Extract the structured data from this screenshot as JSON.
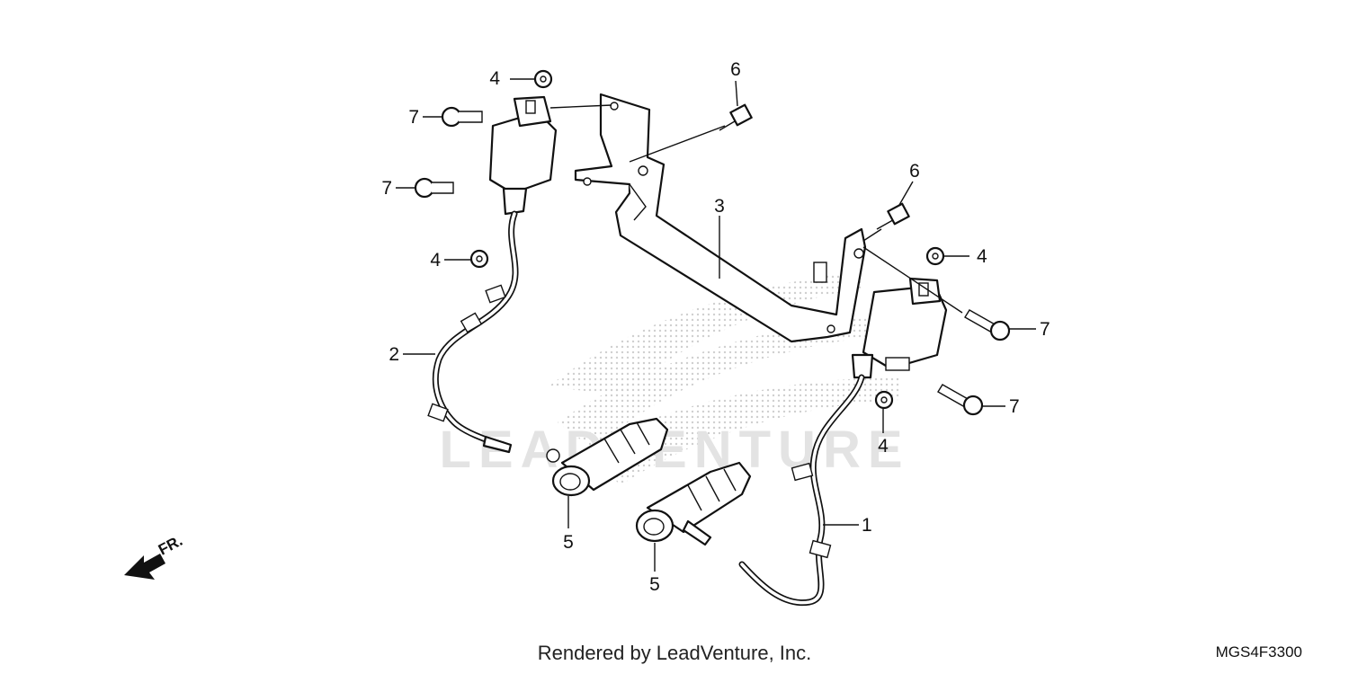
{
  "callouts": {
    "c1": "1",
    "c2": "2",
    "c3": "3",
    "c4a": "4",
    "c4b": "4",
    "c4c": "4",
    "c4d": "4",
    "c5a": "5",
    "c5b": "5",
    "c6a": "6",
    "c6b": "6",
    "c7a": "7",
    "c7b": "7",
    "c7c": "7",
    "c7d": "7"
  },
  "front_marker": "FR.",
  "footer": "Rendered by LeadVenture, Inc.",
  "diagram_code": "MGS4F3300",
  "watermark": "LEADVENTURE",
  "colors": {
    "ink": "#111111",
    "watermark": "#d9d9d9"
  },
  "icons": [
    "front-direction-arrow-icon",
    "leadventure-watermark-logo"
  ]
}
